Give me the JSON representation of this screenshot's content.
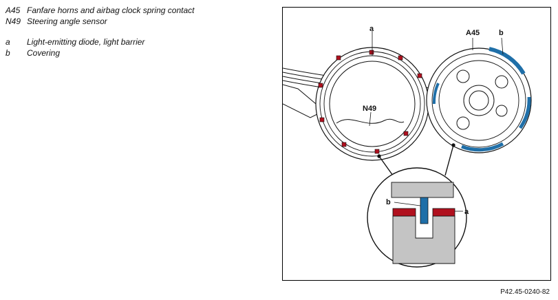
{
  "legend": [
    {
      "key": "A45",
      "text": "Fanfare horns and airbag clock spring contact"
    },
    {
      "key": "N49",
      "text": "Steering angle sensor"
    },
    {
      "key": "a",
      "text": "Light-emitting diode, light barrier"
    },
    {
      "key": "b",
      "text": "Covering"
    }
  ],
  "figure": {
    "callouts": {
      "a_top": "a",
      "a45": "A45",
      "b_top": "b",
      "n49": "N49",
      "b_detail": "b",
      "a_detail": "a"
    },
    "colors": {
      "diode": "#b0101e",
      "covering": "#1f6fa8",
      "housing": "#c4c4c4"
    }
  },
  "figure_id": "P42.45-0240-82"
}
